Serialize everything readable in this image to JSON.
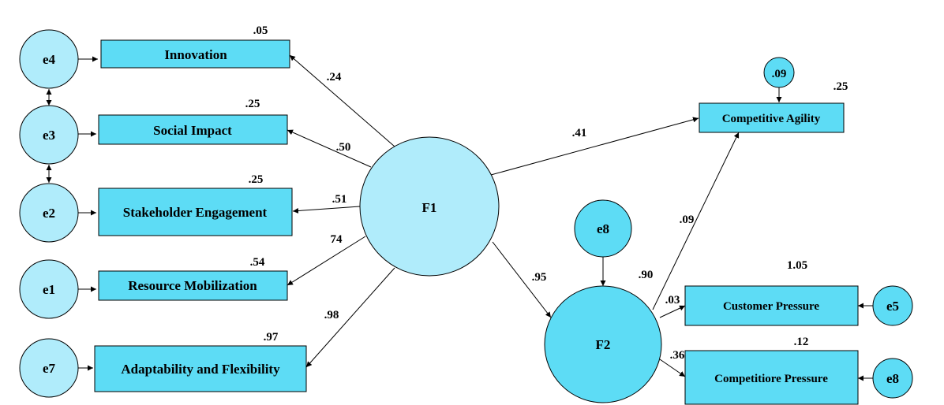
{
  "colors": {
    "box_fill": "#5ddcf5",
    "light_circle_fill": "#b0ecfb",
    "dark_circle_fill": "#5ddcf5",
    "stroke": "#000000"
  },
  "latent": {
    "f1": "F1",
    "f2": "F2"
  },
  "errors": {
    "e4": "e4",
    "e3": "e3",
    "e2": "e2",
    "e1": "e1",
    "e7": "e7",
    "e8_top": "e8",
    "e5": "e5",
    "e8_right": "e8",
    "residual_ca": ".09"
  },
  "indicators": {
    "innovation": "Innovation",
    "social_impact": "Social Impact",
    "stakeholder_engagement": "Stakeholder Engagement",
    "resource_mobilization": "Resource Mobilization",
    "adaptability": "Adaptability and Flexibility",
    "competitive_agility": "Competitive Agility",
    "customer_pressure": "Customer Pressure",
    "competitor_pressure": "Competitiore Pressure"
  },
  "r_squared": {
    "innovation": ".05",
    "social_impact": ".25",
    "stakeholder_engagement": ".25",
    "resource_mobilization": ".54",
    "adaptability": ".97",
    "competitive_agility": ".25",
    "f2": ".90",
    "customer_pressure": "1.05",
    "competitor_pressure": ".12"
  },
  "loadings": {
    "innovation": ".24",
    "social_impact": ".50",
    "stakeholder_engagement": ".51",
    "resource_mobilization": "74",
    "adaptability": ".98",
    "f1_competitive_agility": ".41",
    "f1_f2": ".95",
    "f2_competitive_agility": ".09",
    "f2_customer_pressure": ".03",
    "f2_competitor_pressure": ".36"
  }
}
